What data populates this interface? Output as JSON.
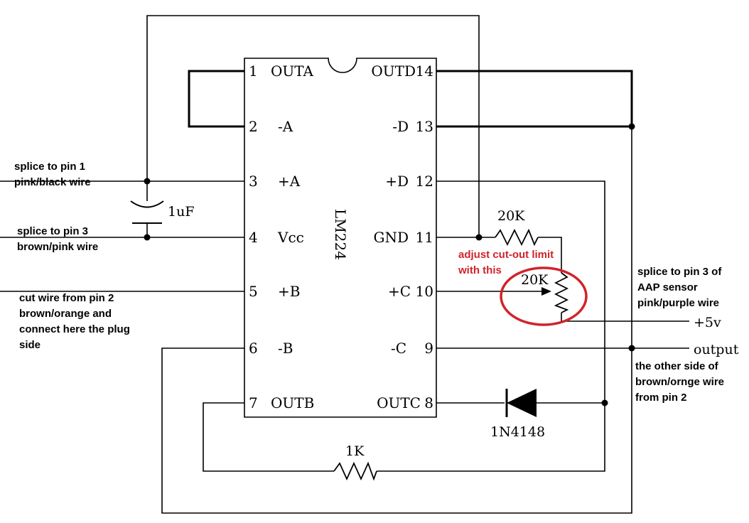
{
  "chip": {
    "name": "LM224",
    "pins": [
      {
        "num": "1",
        "label": "OUTA"
      },
      {
        "num": "2",
        "label": "-A"
      },
      {
        "num": "3",
        "label": "+A"
      },
      {
        "num": "4",
        "label": "Vcc"
      },
      {
        "num": "5",
        "label": "+B"
      },
      {
        "num": "6",
        "label": "-B"
      },
      {
        "num": "7",
        "label": "OUTB"
      },
      {
        "num": "14",
        "label": "OUTD"
      },
      {
        "num": "13",
        "label": "-D"
      },
      {
        "num": "12",
        "label": "+D"
      },
      {
        "num": "11",
        "label": "GND"
      },
      {
        "num": "10",
        "label": "+C"
      },
      {
        "num": "9",
        "label": "-C"
      },
      {
        "num": "8",
        "label": "OUTC"
      }
    ]
  },
  "components": {
    "capacitor": "1uF",
    "resistor_fixed": "20K",
    "potentiometer": "20K",
    "diode": "1N4148",
    "resistor_feedback": "1K"
  },
  "terminals": {
    "supply": "+5v",
    "output": "output"
  },
  "notes": {
    "pin1_splice": "splice to pin 1\npink/black wire",
    "pin3_splice": "splice to pin 3\nbrown/pink wire",
    "cut_wire": "cut wire from pin 2\nbrown/orange and\nconnect here the plug\nside",
    "adjust": "adjust cut-out limit\nwith this",
    "aap_sensor": "splice to pin 3 of\nAAP sensor\npink/purple wire",
    "other_side": "the other side of\nbrown/ornge wire\nfrom pin 2"
  },
  "colors": {
    "wire": "#000000",
    "annotation_red": "#d1232a",
    "highlight_circle": "#d1232a"
  }
}
